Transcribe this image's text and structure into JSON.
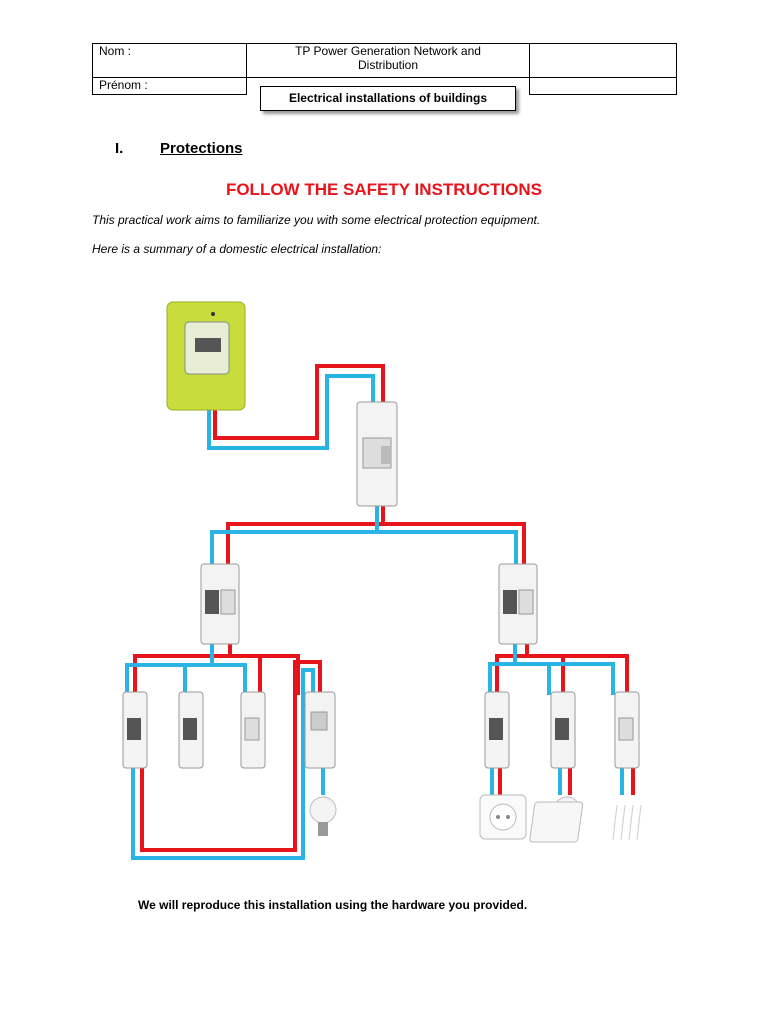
{
  "header": {
    "nom_label": "Nom :",
    "prenom_label": "Prénom :",
    "course_line1": "TP Power Generation Network and",
    "course_line2": "Distribution",
    "subject": "Electrical installations of buildings"
  },
  "section": {
    "number": "I.",
    "title": "Protections"
  },
  "warning": "FOLLOW THE SAFETY INSTRUCTIONS",
  "intro": "This practical work aims to familiarize you with some electrical protection equipment.",
  "summary": "Here is a summary of a domestic electrical installation:",
  "closing": "We will reproduce this installation using the hardware you provided.",
  "colors": {
    "phase": "#e8141c",
    "neutral": "#2ab4e6",
    "meter": "#c8dc3c",
    "warning": "#e8141c"
  },
  "diagram_icons": [
    "electricity-meter-icon",
    "main-breaker-icon",
    "rcd-icon",
    "circuit-breaker-icon",
    "remote-switch-icon",
    "light-bulb-icon",
    "socket-outlet-icon",
    "radiator-icon"
  ]
}
